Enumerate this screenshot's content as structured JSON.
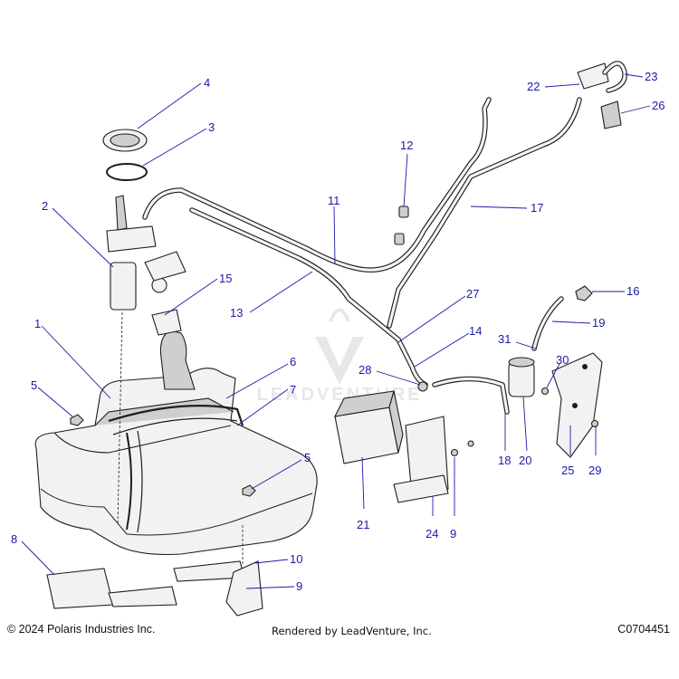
{
  "callouts": [
    {
      "id": "4",
      "label": "4"
    },
    {
      "id": "3",
      "label": "3"
    },
    {
      "id": "2",
      "label": "2"
    },
    {
      "id": "15",
      "label": "15"
    },
    {
      "id": "1",
      "label": "1"
    },
    {
      "id": "5a",
      "label": "5"
    },
    {
      "id": "6",
      "label": "6"
    },
    {
      "id": "7",
      "label": "7"
    },
    {
      "id": "5b",
      "label": "5"
    },
    {
      "id": "8",
      "label": "8"
    },
    {
      "id": "10",
      "label": "10"
    },
    {
      "id": "9a",
      "label": "9"
    },
    {
      "id": "11",
      "label": "11"
    },
    {
      "id": "12",
      "label": "12"
    },
    {
      "id": "13",
      "label": "13"
    },
    {
      "id": "17",
      "label": "17"
    },
    {
      "id": "22",
      "label": "22"
    },
    {
      "id": "23",
      "label": "23"
    },
    {
      "id": "26",
      "label": "26"
    },
    {
      "id": "27",
      "label": "27"
    },
    {
      "id": "14",
      "label": "14"
    },
    {
      "id": "16",
      "label": "16"
    },
    {
      "id": "19",
      "label": "19"
    },
    {
      "id": "31",
      "label": "31"
    },
    {
      "id": "28",
      "label": "28"
    },
    {
      "id": "30",
      "label": "30"
    },
    {
      "id": "18",
      "label": "18"
    },
    {
      "id": "20",
      "label": "20"
    },
    {
      "id": "25",
      "label": "25"
    },
    {
      "id": "29",
      "label": "29"
    },
    {
      "id": "21",
      "label": "21"
    },
    {
      "id": "24",
      "label": "24"
    },
    {
      "id": "9b",
      "label": "9"
    }
  ],
  "watermark": "LEADVENTURE",
  "footer": {
    "copyright": "© 2024 Polaris Industries Inc.",
    "rendered_by": "Rendered by LeadVenture, Inc.",
    "diagram_code": "C0704451"
  },
  "colors": {
    "callout": "#1a1aa8",
    "line_art": "#1e1e1e"
  }
}
